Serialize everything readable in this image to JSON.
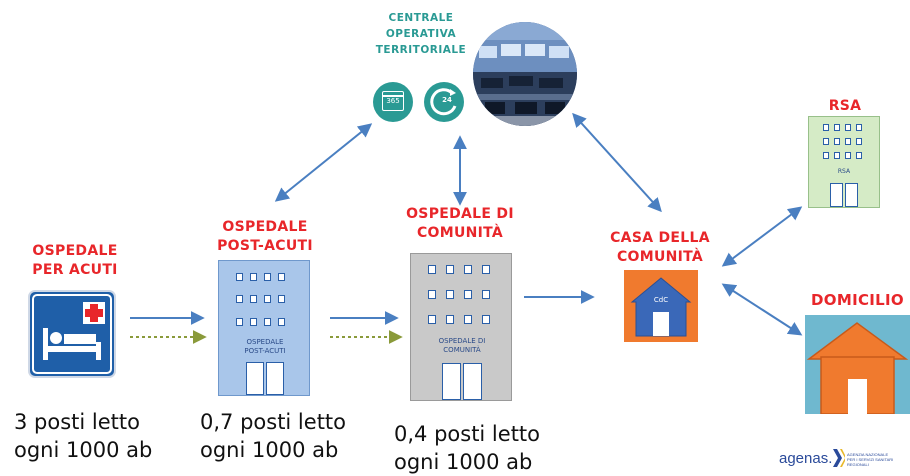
{
  "nodes": {
    "acuti": {
      "label_line1": "OSPEDALE",
      "label_line2": "PER ACUTI",
      "caption_line1": "3 posti letto",
      "caption_line2": "ogni 1000 ab"
    },
    "post_acuti": {
      "label_line1": "OSPEDALE",
      "label_line2": "POST-ACUTI",
      "building_text_line1": "OSPEDALE",
      "building_text_line2": "POST-ACUTI",
      "caption_line1": "0,7 posti letto",
      "caption_line2": "ogni 1000 ab"
    },
    "comunita": {
      "label_line1": "OSPEDALE DI",
      "label_line2": "COMUNITÀ",
      "building_text_line1": "OSPEDALE DI",
      "building_text_line2": "COMUNITÀ",
      "caption_line1": "0,4 posti letto",
      "caption_line2": "ogni 1000 ab"
    },
    "casa": {
      "label_line1": "CASA DELLA",
      "label_line2": "COMUNITÀ",
      "house_text": "CdC"
    },
    "cot": {
      "label_line1": "CENTRALE",
      "label_line2": "OPERATIVA",
      "label_line3": "TERRITORIALE",
      "calendar_text": "365",
      "clock_text": "24"
    },
    "rsa": {
      "label": "RSA",
      "building_text": "RSA"
    },
    "domicilio": {
      "label": "DOMICILIO"
    }
  },
  "logo": {
    "text": "agenas.",
    "sub_line1": "AGENZIA NAZIONALE",
    "sub_line2": "PER I SERVIZI SANITARI REGIONALI"
  },
  "colors": {
    "red": "#e8262a",
    "teal": "#2a9a94",
    "arrow": "#4a7fc1",
    "dashed_arrow": "#8a9a3a",
    "blue_building": "#a9c6ea",
    "grey_building": "#c9c9c9",
    "rsa_building": "#d5ebc6",
    "orange": "#f07a2e",
    "sign_blue": "#1f5fa8"
  }
}
